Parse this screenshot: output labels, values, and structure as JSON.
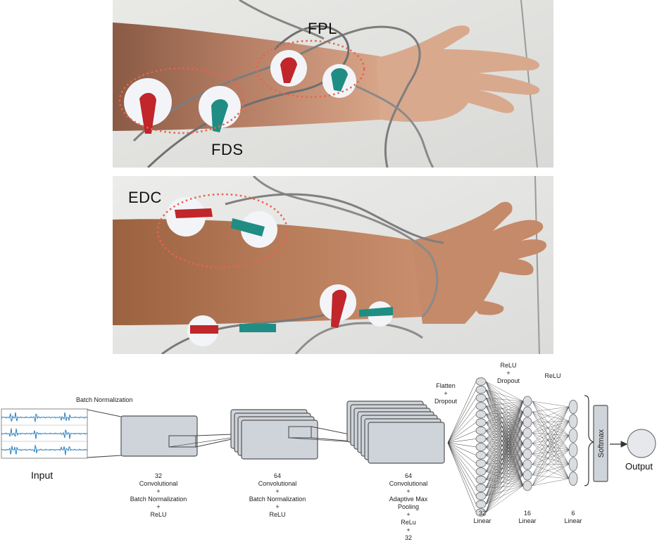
{
  "photo_top": {
    "labels": {
      "fpl": "FPL",
      "fds": "FDS"
    }
  },
  "photo_bottom": {
    "labels": {
      "edc": "EDC"
    }
  },
  "diagram": {
    "input_label": "Input",
    "output_label": "Output",
    "batch_norm_label": "Batch Normalization",
    "block1_caption": "32\nConvolutional\n+\nBatch Normalization\n+\nReLU",
    "block2_caption": "64\nConvolutional\n+\nBatch Normalization\n+\nReLU",
    "block3_caption": "64\nConvolutional\n+\nAdaptive Max\nPooling\n+\nReLu\n+\n32",
    "flatten_caption": "Flatten\n+\nDropout",
    "relu_dropout_caption": "ReLU\n+\nDropout",
    "relu_caption": "ReLU",
    "linear1_caption": "32\nLinear",
    "linear2_caption": "16\nLinear",
    "linear3_caption": "6\nLinear",
    "softmax_label": "Softmax"
  },
  "colors": {
    "ellipse": "#e8634f",
    "block_fill": "#cfd4da",
    "block_stroke": "#555555",
    "signal": "#2a7fc0"
  }
}
